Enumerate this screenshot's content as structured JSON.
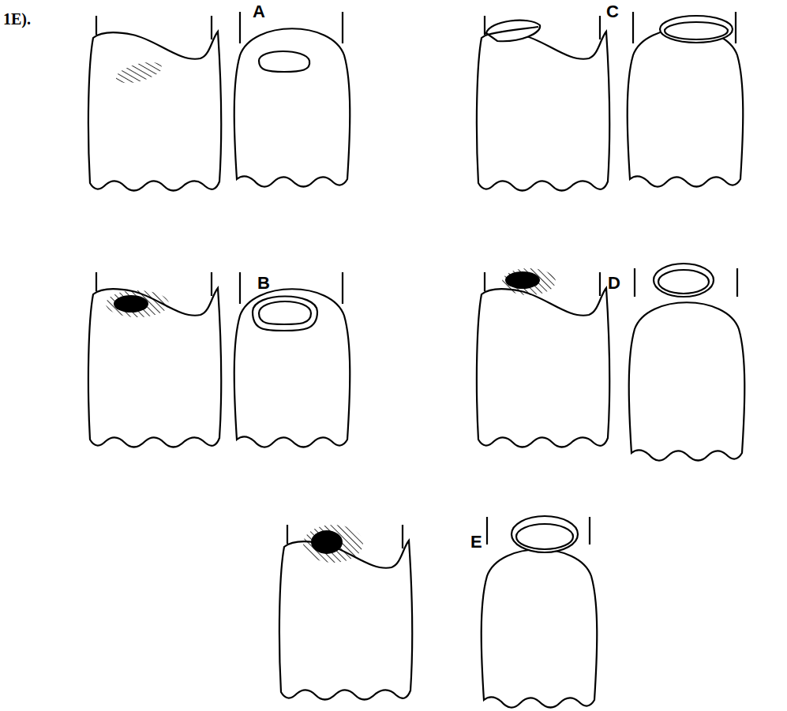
{
  "diagram": {
    "labels": [
      "1E).",
      "A",
      "B",
      "C",
      "D",
      "E"
    ]
  }
}
